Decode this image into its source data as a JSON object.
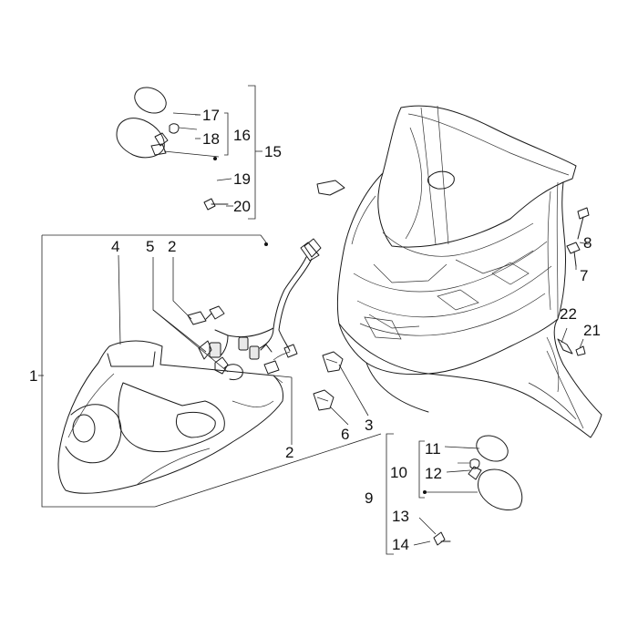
{
  "callouts": {
    "c1": "1",
    "c2a": "2",
    "c2b": "2",
    "c3": "3",
    "c4": "4",
    "c5": "5",
    "c6": "6",
    "c7": "7",
    "c8": "8",
    "c9": "9",
    "c10": "10",
    "c11": "11",
    "c12": "12",
    "c13": "13",
    "c14": "14",
    "c15": "15",
    "c16": "16",
    "c17": "17",
    "c18": "18",
    "c19": "19",
    "c20": "20",
    "c21": "21",
    "c22": "22"
  },
  "colors": {
    "line": "#1a1a1a",
    "background": "#ffffff"
  }
}
